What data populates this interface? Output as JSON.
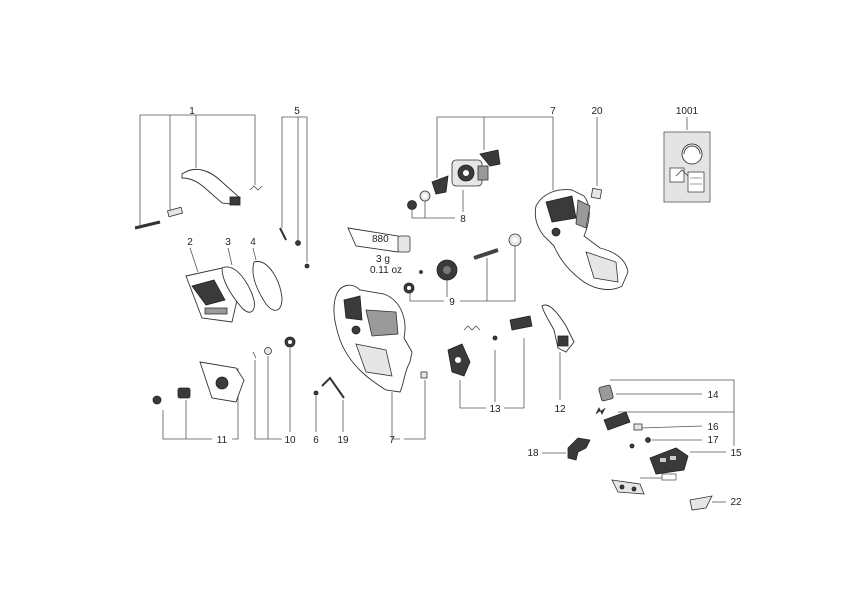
{
  "diagram": {
    "callouts": {
      "c1": "1",
      "c2": "2",
      "c3": "3",
      "c4": "4",
      "c5": "5",
      "c6": "6",
      "c7a": "7",
      "c7b": "7",
      "c8": "8",
      "c9": "9",
      "c10": "10",
      "c11": "11",
      "c12": "12",
      "c13": "13",
      "c14": "14",
      "c15": "15",
      "c16": "16",
      "c17": "17",
      "c18": "18",
      "c19": "19",
      "c20": "20",
      "c22": "22",
      "c1001": "1001"
    },
    "grease_tube": {
      "code": "880",
      "weight_g": "3 g",
      "weight_oz": "0.11 oz"
    }
  }
}
